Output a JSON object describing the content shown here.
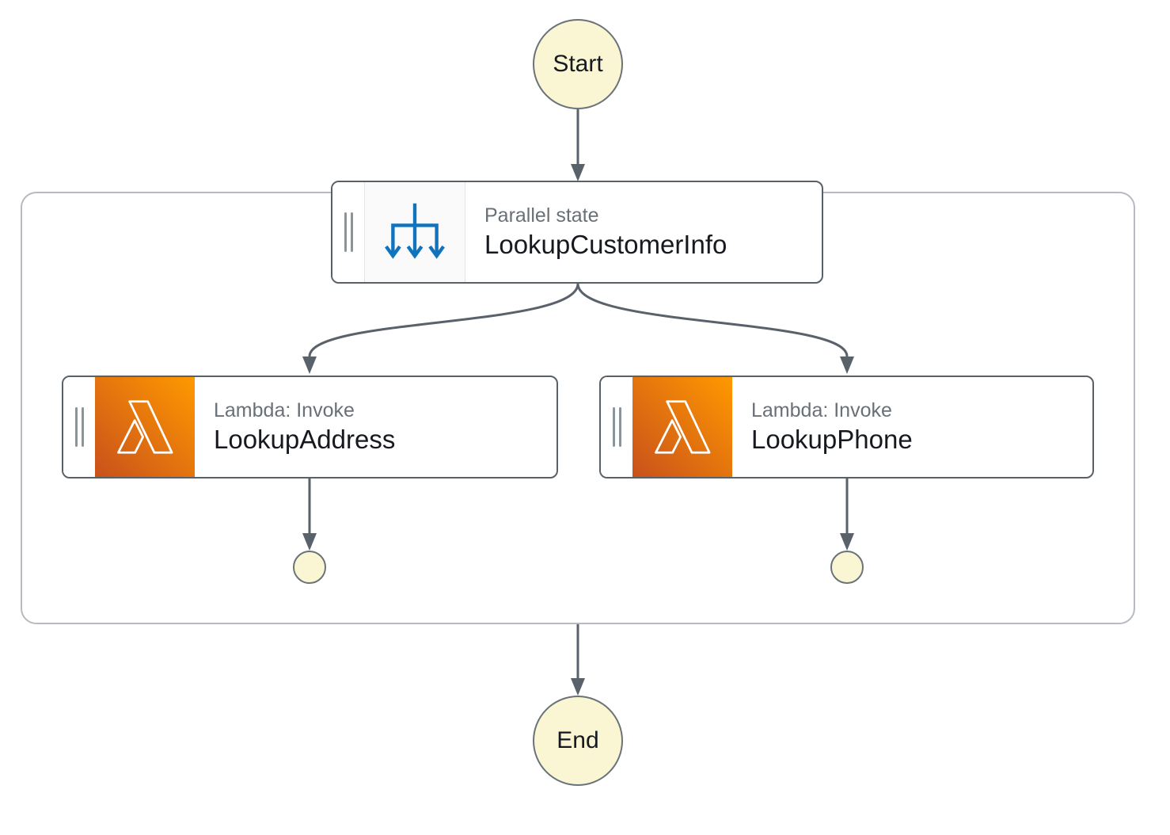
{
  "diagram": {
    "start_label": "Start",
    "end_label": "End",
    "parallel": {
      "type_label": "Parallel state",
      "name": "LookupCustomerInfo",
      "icon": "parallel-split-icon"
    },
    "branches": [
      {
        "type_label": "Lambda: Invoke",
        "name": "LookupAddress",
        "icon": "lambda-icon"
      },
      {
        "type_label": "Lambda: Invoke",
        "name": "LookupPhone",
        "icon": "lambda-icon"
      }
    ],
    "colors": {
      "terminal_node_fill": "#FAF6D3",
      "edge": "#59616B",
      "state_border": "#596066",
      "container_border": "#B6BBC1",
      "parallel_icon_blue": "#1273BD",
      "lambda_gradient_start": "#C8511B",
      "lambda_gradient_end": "#FF9900",
      "type_label_text": "#697077",
      "name_text": "#16191F"
    }
  }
}
